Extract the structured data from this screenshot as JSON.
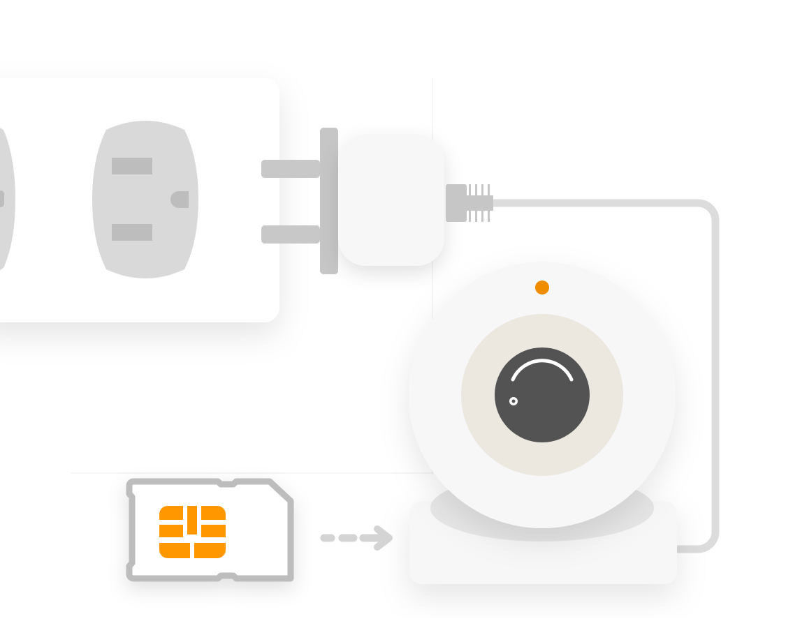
{
  "scene": {
    "items": [
      "power-strip",
      "power-adapter",
      "usb-cable",
      "security-camera",
      "sim-card",
      "insert-arrow"
    ]
  },
  "colors": {
    "background": "#ffffff",
    "strip_body": "#ffffff",
    "socket_face": "#d9d9d9",
    "socket_holes": "#bdbdbd",
    "adapter_body": "#f7f7f7",
    "prongs": "#c8c8c8",
    "cable": "#dcdcdc",
    "camera_shell": "#f7f7f7",
    "camera_ring": "#ece7df",
    "camera_lens": "#535353",
    "indicator_led": "#f08c00",
    "sim_outline": "#bdbdbd",
    "sim_chip": "#ff9800",
    "arrow": "#d4d4d4"
  },
  "icons": {
    "outlet": "outlet-icon",
    "plug": "plug-icon",
    "cable": "cable-icon",
    "camera": "camera-icon",
    "sim": "sim-card-icon",
    "arrow": "dashed-arrow-icon"
  }
}
